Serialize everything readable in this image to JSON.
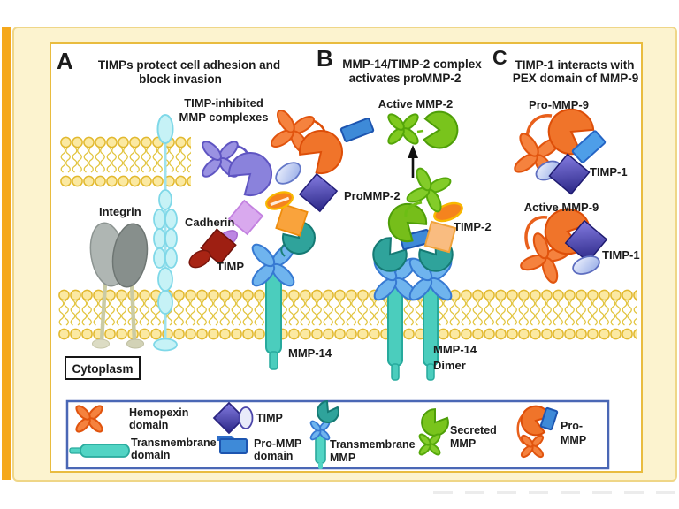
{
  "panel_a": {
    "letter": "A",
    "title_line1": "TIMPs protect cell adhesion and",
    "title_line2": "block invasion",
    "complexes_label_line1": "TIMP-inhibited",
    "complexes_label_line2": "MMP complexes",
    "integrin_label": "Integrin",
    "cadherin_label": "Cadherin",
    "timp_label": "TIMP",
    "mmp14_label": "MMP-14",
    "cytoplasm_label": "Cytoplasm"
  },
  "panel_b": {
    "letter": "B",
    "title_line1": "MMP-14/TIMP-2 complex",
    "title_line2": "activates proMMP-2",
    "active_mmp2_label": "Active MMP-2",
    "prommp2_label": "ProMMP-2",
    "timp2_label": "TIMP-2",
    "mmp14_dimer_line1": "MMP-14",
    "mmp14_dimer_line2": "Dimer"
  },
  "panel_c": {
    "letter": "C",
    "title_line1": "TIMP-1 interacts with",
    "title_line2": "PEX domain of MMP-9",
    "pro_mmp9_label": "Pro-MMP-9",
    "timp1_upper_label": "TIMP-1",
    "active_mmp9_label": "Active MMP-9",
    "timp1_lower_label": "TIMP-1"
  },
  "legend": {
    "items": [
      {
        "icon": "hemopexin-domain-icon",
        "label_line1": "Hemopexin",
        "label_line2": "domain"
      },
      {
        "icon": "transmembrane-domain-icon",
        "label_line1": "Transmembrane",
        "label_line2": "domain"
      },
      {
        "icon": "timp-icon",
        "label_line1": "TIMP",
        "label_line2": ""
      },
      {
        "icon": "pro-mmp-domain-icon",
        "label_line1": "Pro-MMP",
        "label_line2": "domain"
      },
      {
        "icon": "transmembrane-mmp-icon",
        "label_line1": "Transmembrane",
        "label_line2": "MMP"
      },
      {
        "icon": "secreted-mmp-icon",
        "label_line1": "Secreted",
        "label_line2": "MMP"
      },
      {
        "icon": "pro-mmp-icon",
        "label_line1": "Pro-",
        "label_line2": "MMP"
      }
    ]
  },
  "colors": {
    "background_cream": "#FCF3CF",
    "accent_bar_orange": "#F5A81C",
    "panel_border_gold": "#E9BC3F",
    "legend_border_blue": "#4A67B5",
    "membrane_yellow": "#FBE9A2",
    "membrane_outline": "#E2B92F",
    "mmp14_teal": "#2FA39B",
    "transmembrane_rod_teal": "#4BCDBD",
    "hemopexin_blue": "#6FB4EE",
    "secreted_mmp_green": "#7CC41E",
    "pro_mmp_orange": "#F0742A",
    "pro_domain_blue": "#3E8AD8",
    "timp_indigo": "#2B2786",
    "timp_red": "#9E1F12",
    "timp2_orange": "#F5831E",
    "integrin_gray": "#9AA19E",
    "cadherin_cyan": "#C6F2F6"
  }
}
